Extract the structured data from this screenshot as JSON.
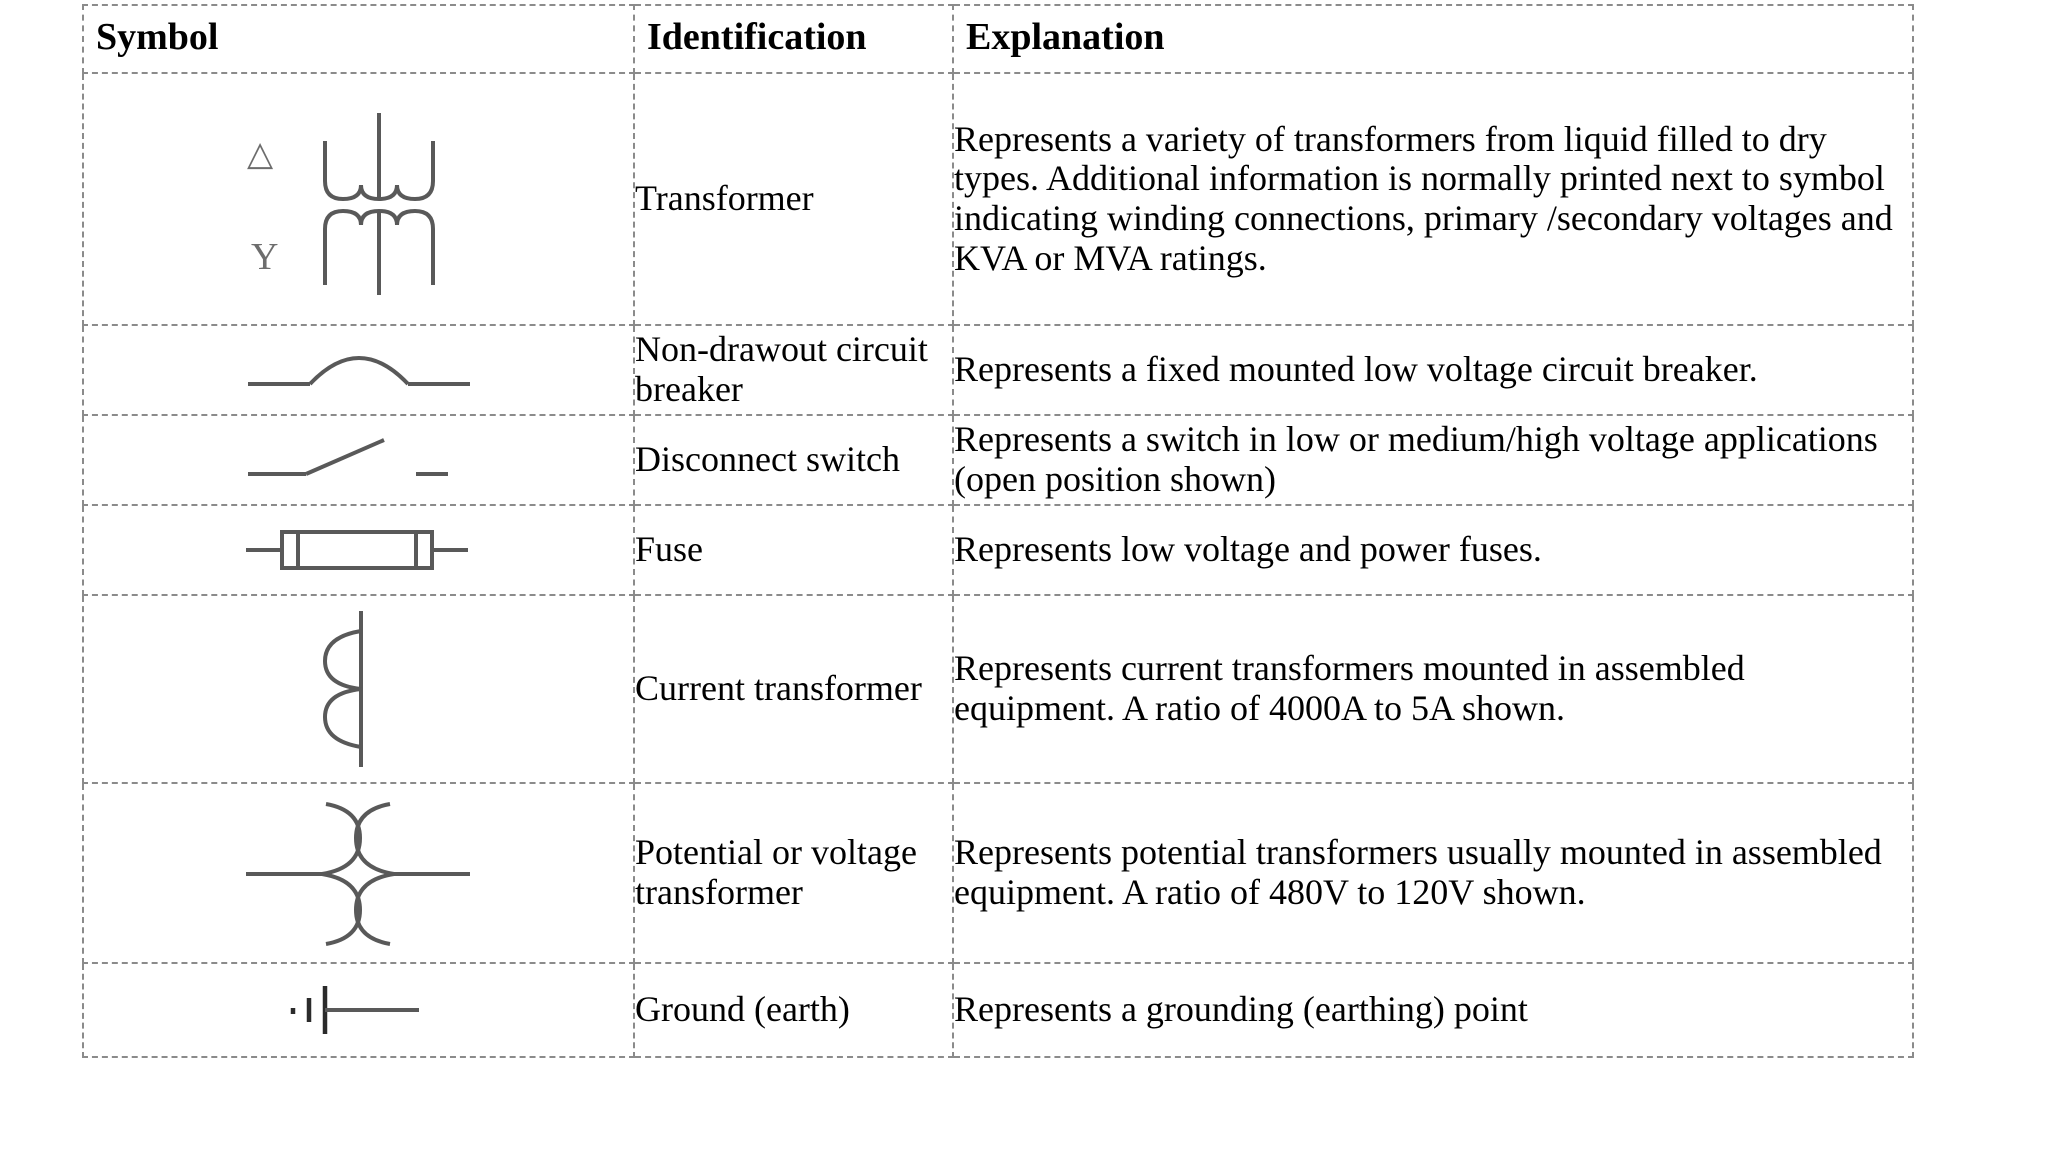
{
  "table": {
    "headers": {
      "symbol": "Symbol",
      "identification": "Identification",
      "explanation": "Explanation"
    },
    "rows": [
      {
        "symbol_name": "transformer-symbol",
        "symbol_labels": {
          "primary": "△",
          "secondary": "Y"
        },
        "identification": "Transformer",
        "explanation": "Represents a variety of transformers from liquid filled to dry types. Additional information is normally printed next to symbol indicating winding connections, primary /secondary voltages and KVA or MVA ratings."
      },
      {
        "symbol_name": "non-drawout-circuit-breaker-symbol",
        "identification": "Non-drawout circuit breaker",
        "explanation": "Represents a fixed mounted low voltage circuit breaker."
      },
      {
        "symbol_name": "disconnect-switch-symbol",
        "identification": "Disconnect switch",
        "explanation": "Represents a switch in low or medium/high voltage applications (open position shown)"
      },
      {
        "symbol_name": "fuse-symbol",
        "identification": "Fuse",
        "explanation": "Represents low voltage and power fuses."
      },
      {
        "symbol_name": "current-transformer-symbol",
        "identification": "Current transformer",
        "explanation": "Represents current transformers mounted in assembled equipment. A ratio of 4000A to 5A shown."
      },
      {
        "symbol_name": "potential-transformer-symbol",
        "identification": "Potential or voltage transformer",
        "explanation": "Represents potential transformers usually mounted in assembled equipment. A ratio of 480V to 120V shown."
      },
      {
        "symbol_name": "ground-earth-symbol",
        "identification": "Ground (earth)",
        "explanation": "Represents a grounding (earthing) point"
      }
    ]
  },
  "colors": {
    "border": "#8b8b8b",
    "symbol_stroke": "#595959",
    "text": "#000000",
    "background": "#ffffff"
  }
}
